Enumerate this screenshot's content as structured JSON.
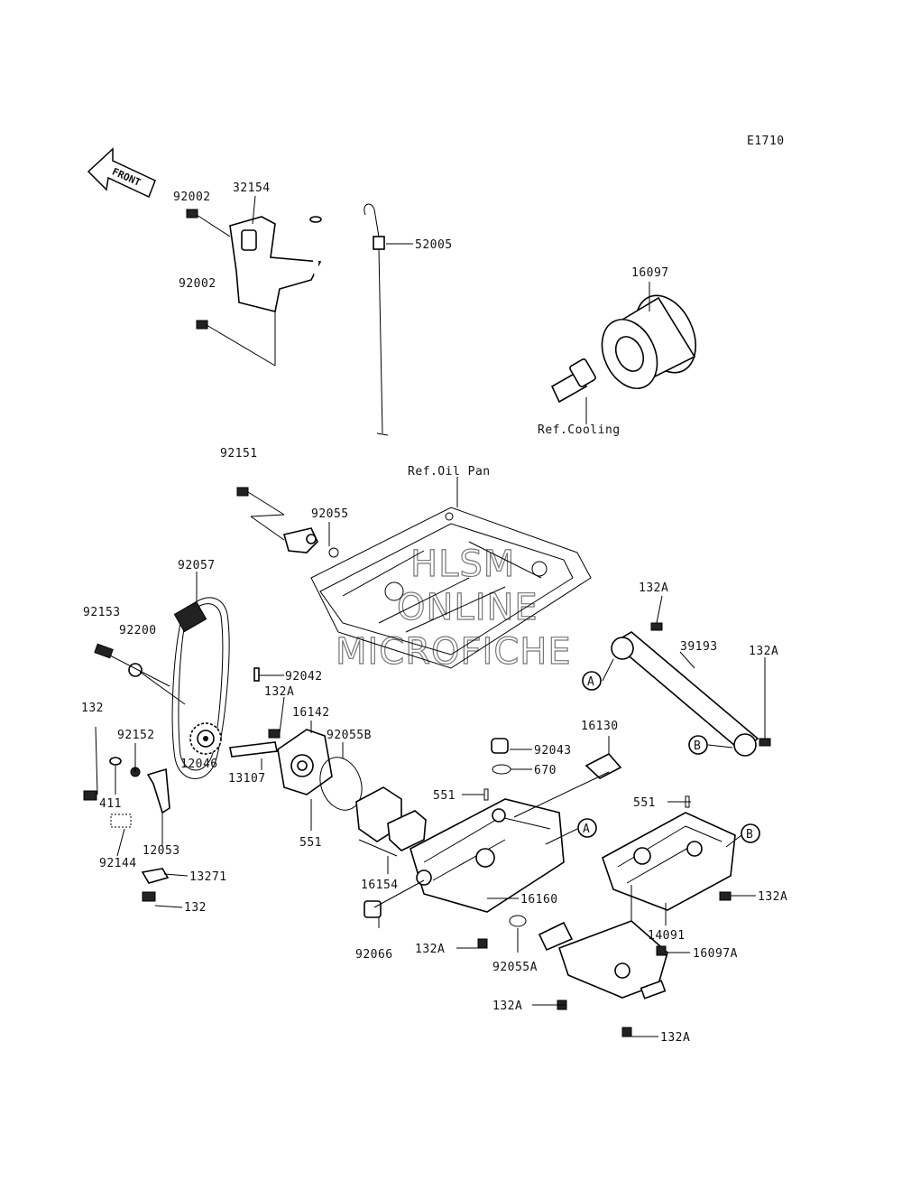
{
  "diagram_code": "E1710",
  "front_arrow_label": "FRONT",
  "watermark": [
    "HLSM",
    "ONLINE",
    "MICROFICHE"
  ],
  "refs": {
    "cooling": "Ref.Cooling",
    "oil_pan": "Ref.Oil Pan"
  },
  "callouts": {
    "a": "A",
    "b": "B"
  },
  "labels": [
    "92002",
    "32154",
    "92002",
    "52005",
    "16097",
    "92151",
    "92055",
    "92057",
    "92153",
    "92200",
    "92042",
    "132A",
    "16142",
    "92055B",
    "132",
    "92152",
    "12046",
    "13107",
    "411",
    "551",
    "12053",
    "92144",
    "13271",
    "132",
    "16154",
    "92043",
    "670",
    "16130",
    "551",
    "16160",
    "92066",
    "132A",
    "92055A",
    "551",
    "14091",
    "132A",
    "16097A",
    "132A",
    "132A",
    "132A",
    "39193",
    "132A"
  ]
}
